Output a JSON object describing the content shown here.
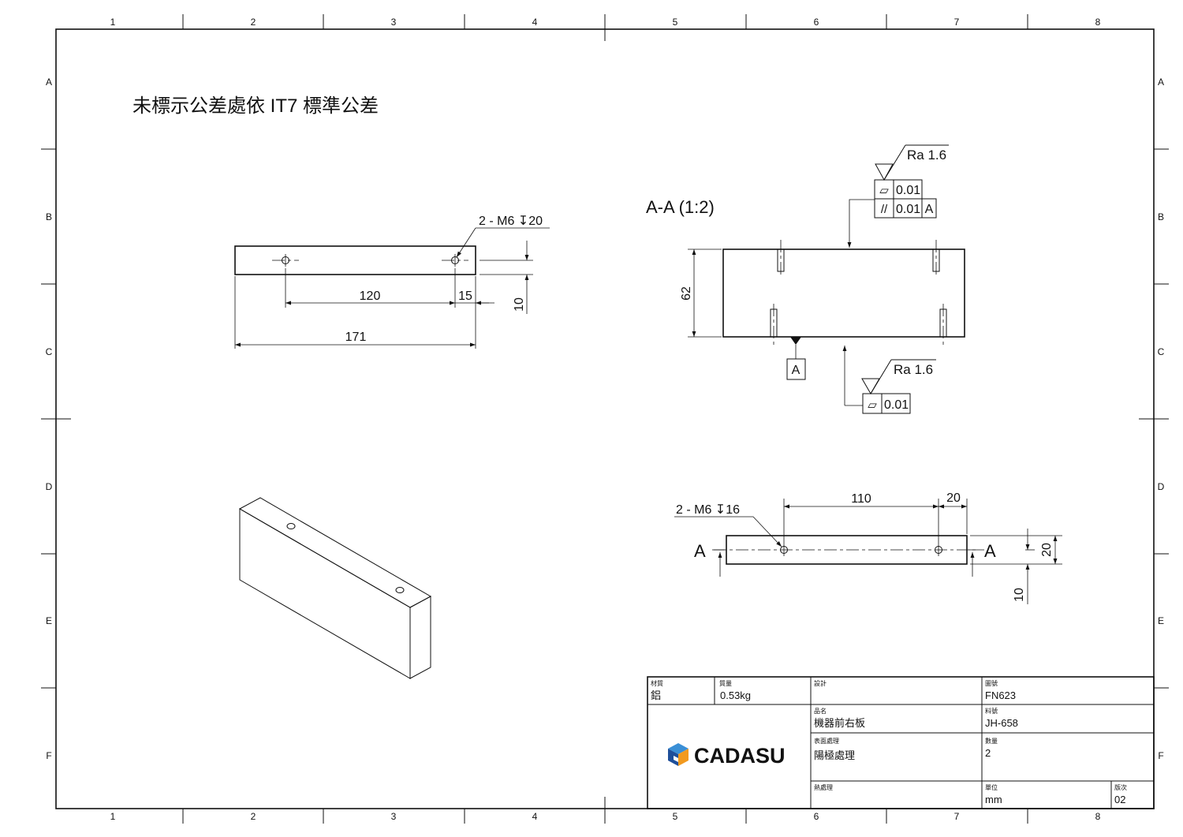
{
  "border": {
    "columns": [
      "1",
      "2",
      "3",
      "4",
      "5",
      "6",
      "7",
      "8"
    ],
    "rows": [
      "A",
      "B",
      "C",
      "D",
      "E",
      "F"
    ]
  },
  "note": "未標示公差處依 IT7 標準公差",
  "top_view": {
    "hole_callout": "2 - M6 ↧20",
    "dim_hole_spacing": "120",
    "dim_edge_offset": "15",
    "dim_total_length": "171",
    "dim_hole_from_edge": "10"
  },
  "section": {
    "title": "A-A (1:2)",
    "dim_height": "62",
    "top_roughness": "Ra 1.6",
    "top_flatness_symbol": "▱",
    "top_flatness_value": "0.01",
    "top_parallel_symbol": "//",
    "top_parallel_value": "0.01",
    "top_parallel_datum": "A",
    "datum_label": "A",
    "bottom_roughness": "Ra 1.6",
    "bottom_flatness_symbol": "▱",
    "bottom_flatness_value": "0.01"
  },
  "front_view": {
    "hole_callout": "2 - M6 ↧16",
    "dim_hole_spacing": "110",
    "dim_edge_offset": "20",
    "dim_thickness": "20",
    "dim_hole_from_edge": "10",
    "section_mark_left": "A",
    "section_mark_right": "A"
  },
  "title_block": {
    "material_label": "材質",
    "material_value": "鋁",
    "mass_label": "質量",
    "mass_value": "0.53kg",
    "designer_label": "設計",
    "designer_value": "",
    "drawing_no_label": "圖號",
    "drawing_no_value": "FN623",
    "part_name_label": "品名",
    "part_name_value": "機器前右板",
    "part_no_label": "料號",
    "part_no_value": "JH-658",
    "surface_label": "表面處理",
    "surface_value": "陽極處理",
    "quantity_label": "數量",
    "quantity_value": "2",
    "heat_label": "熱處理",
    "heat_value": "",
    "unit_label": "單位",
    "unit_value": "mm",
    "revision_label": "版次",
    "revision_value": "02",
    "logo_text": "CADASU"
  },
  "colors": {
    "logo_blue": "#1f4f9a",
    "logo_orange": "#f29a1f",
    "logo_light_blue": "#3a8fd6"
  }
}
